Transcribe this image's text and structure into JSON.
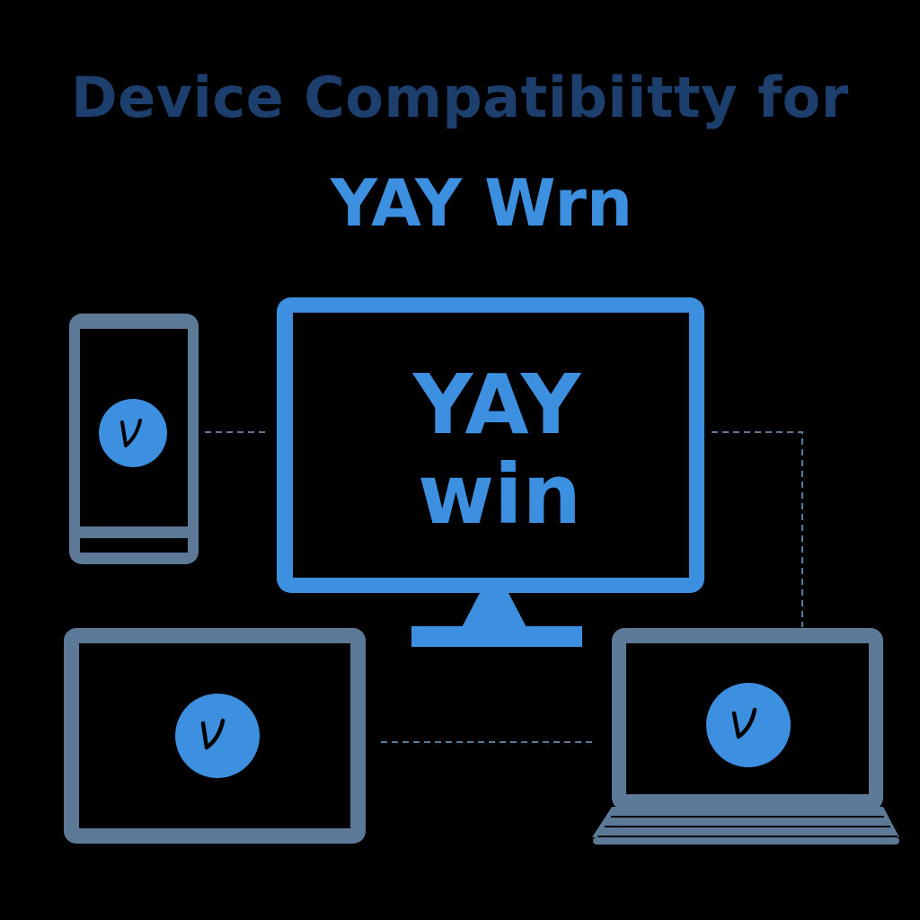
{
  "title": {
    "line1": "Device Compatibiitty for",
    "line2": "YAY Wrn"
  },
  "monitor": {
    "brand_line1": "YAY",
    "brand_line2": "win"
  },
  "colors": {
    "accent_blue": "#3d8fe0",
    "device_gray": "#5c7a98",
    "title_navy": "#1c3f6e",
    "background": "#000000"
  },
  "devices": [
    {
      "name": "smartphone",
      "icon": "check-shield-icon"
    },
    {
      "name": "desktop-monitor",
      "icon": "none"
    },
    {
      "name": "tablet",
      "icon": "check-shield-icon"
    },
    {
      "name": "laptop",
      "icon": "check-shield-icon"
    }
  ]
}
